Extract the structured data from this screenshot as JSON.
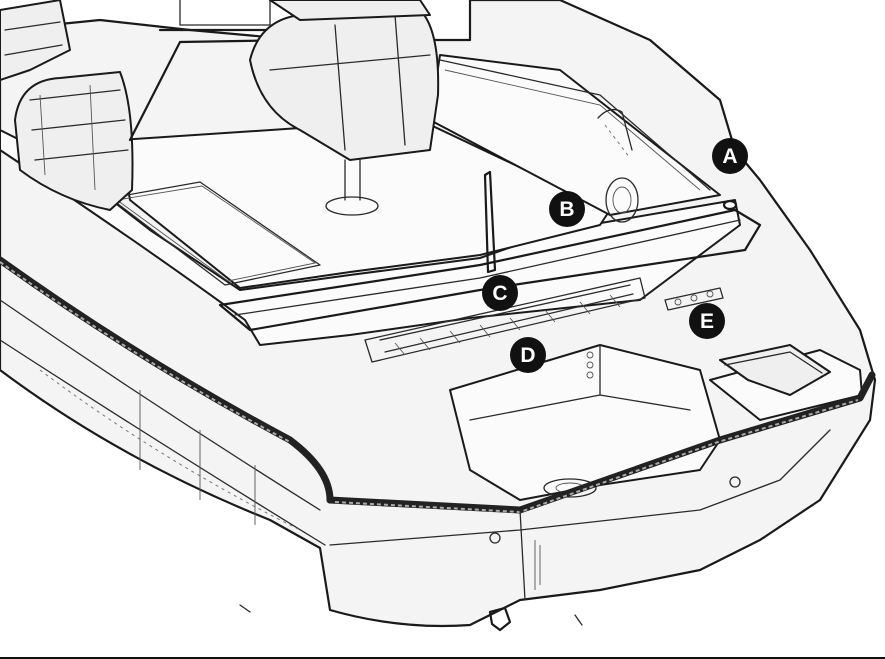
{
  "diagram": {
    "callouts": [
      {
        "id": "A",
        "label": "A"
      },
      {
        "id": "B",
        "label": "B"
      },
      {
        "id": "C",
        "label": "C"
      },
      {
        "id": "D",
        "label": "D"
      },
      {
        "id": "E",
        "label": "E"
      }
    ],
    "colors": {
      "line": "#1a1a1a",
      "callout_fill": "#111111",
      "callout_text": "#ffffff",
      "background": "#ffffff"
    }
  }
}
